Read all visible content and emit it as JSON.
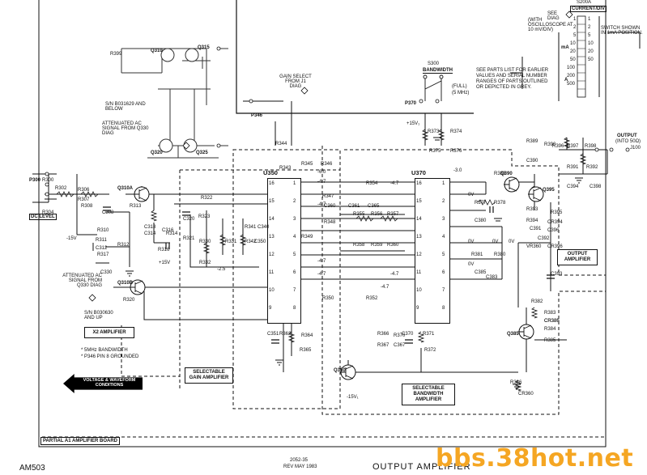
{
  "labels": {
    "sn_top": "S/N B031629 AND BELOW",
    "attenuated_top": "ATTENUATED AC SIGNAL FROM Q330 DIAG",
    "gain_select": "GAIN SELECT FROM J1 DIAG",
    "bandwidth": "BANDWIDTH",
    "s300": "S300",
    "full": "(FULL)",
    "five_mhz": "(5 MHz)",
    "parts_note": "SEE PARTS LIST FOR EARLIER VALUES AND SERIAL NUMBER RANGES OF PARTS OUTLINED OR DEPICTED IN GREY.",
    "see_diag": "SEE DIAG",
    "current_div_title": "CURRENT/DIV",
    "oscilloscope_note": "(WITH OSCILLOSCOPE AT 10 mV/DIV)",
    "switch_note": "SWITCH SHOWN IN 1mA POSITION.",
    "s200a": "S200A",
    "ma_label": "mA",
    "a_label": "A",
    "output": "OUTPUT",
    "into_50": "(INTO 50Ω)",
    "j100": "J100",
    "p300": "P300",
    "dc_level": "DC LEVEL",
    "attenuated_ac": "ATTENUATED AC SIGNAL FROM Q330 DIAG",
    "sn_bottom": "S/N B030630 AND UP",
    "x2_amplifier": "X2 AMPLIFIER",
    "note1": "* 5MHz BANDWIDTH",
    "note2": "* P346 PIN 8 GROUNDED",
    "voltage_waveform": "VOLTAGE & WAVEFORM CONDITIONS",
    "selectable_gain": "SELECTABLE GAIN AMPLIFIER",
    "selectable_bw": "SELECTABLE BANDWIDTH AMPLIFIER",
    "output_amplifier": "OUTPUT AMPLIFIER",
    "partial_board": "PARTIAL A1 AMPLIFIER BOARD",
    "model": "AM503",
    "doc_number": "2052-35",
    "rev": "REV MAY 1983",
    "sheet_title": "OUTPUT AMPLIFIER",
    "watermark": "bbs.38hot.net",
    "p370": "P370",
    "p346": "P346"
  },
  "components": {
    "transistors": [
      "Q310",
      "Q315",
      "Q320",
      "Q325",
      "Q310A",
      "Q310B",
      "Q360",
      "Q385",
      "Q390",
      "Q395"
    ],
    "ics": [
      "U350",
      "U370"
    ],
    "resistor_codes": [
      "R300",
      "R302",
      "R304",
      "R306",
      "R307",
      "R308",
      "R310",
      "R311",
      "R312",
      "R313",
      "R314",
      "R316",
      "R317",
      "R320",
      "R321",
      "R322",
      "R323",
      "R330",
      "R331",
      "R332",
      "R341",
      "R342",
      "R343",
      "R344",
      "R345",
      "R346",
      "R347",
      "R348",
      "R349",
      "R350",
      "R352",
      "R354",
      "R355",
      "R356",
      "R357",
      "R358",
      "R359",
      "R360",
      "R362",
      "R364",
      "R365",
      "R366",
      "R367",
      "R370",
      "R371",
      "R372",
      "R373",
      "R374",
      "R375",
      "R376",
      "R377",
      "R378",
      "R380",
      "R381",
      "R382",
      "R383",
      "R384",
      "R385",
      "R386",
      "R388",
      "R389",
      "R390",
      "R391",
      "R392",
      "R393",
      "R394",
      "R395",
      "R396",
      "R397",
      "R398",
      "R399"
    ],
    "cap_codes": [
      "C308",
      "C312",
      "C314",
      "C316",
      "C318",
      "C320",
      "C330",
      "C340",
      "C350",
      "C351",
      "C360",
      "C361",
      "C365",
      "C367",
      "C370",
      "C380",
      "C383",
      "C385",
      "C390",
      "C391",
      "C392",
      "C393",
      "C394",
      "C396",
      "C398"
    ],
    "diode_codes": [
      "CR360",
      "CR385",
      "CR386",
      "CR394",
      "CR396",
      "VR360"
    ],
    "u350_pins_left": [
      "16",
      "15",
      "14",
      "13",
      "12",
      "11",
      "10",
      "9"
    ],
    "u350_pins_right": [
      "1",
      "2",
      "3",
      "4",
      "5",
      "6",
      "7",
      "8"
    ],
    "u370_pins_left": [
      "16",
      "15",
      "14",
      "13",
      "12",
      "11",
      "10",
      "9"
    ],
    "u370_pins_right": [
      "1",
      "2",
      "3",
      "4",
      "5",
      "6",
      "7",
      "8"
    ],
    "voltages": [
      "-4.7",
      "-4.7",
      "-4.7",
      "-4.7",
      "-4.7",
      "-4.7",
      "-4.7",
      "0V",
      "0V",
      "0V",
      "0V",
      "0V",
      "-6.0",
      "-3.0",
      "-2.5",
      "-15V",
      "+15V",
      "-15V₁",
      "+15V₁"
    ],
    "switch_positions": [
      "1",
      "2",
      "5",
      "10",
      "20",
      "50",
      "100",
      "200",
      "500",
      "1",
      "2",
      "5",
      "10",
      "20",
      "50"
    ]
  }
}
